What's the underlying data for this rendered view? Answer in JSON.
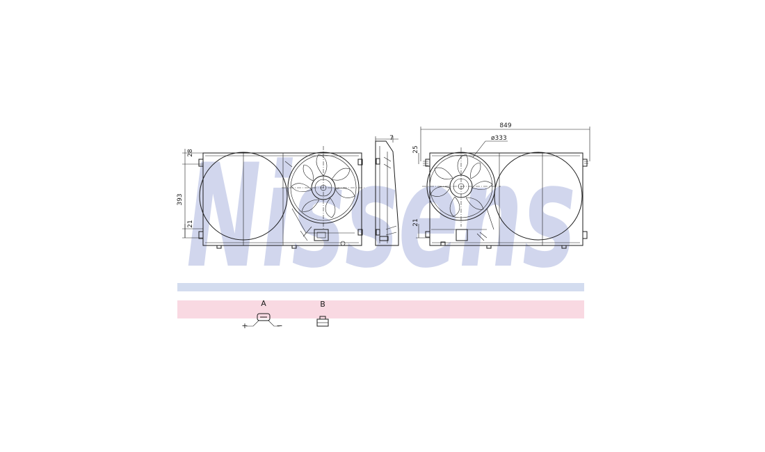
{
  "watermark": {
    "text": "Nissens",
    "color": "#c9d0ea"
  },
  "colors": {
    "line": "#1a1a1a",
    "band_blue": "#d3dcef",
    "band_pink": "#f9d9e2"
  },
  "dimensions": {
    "top_offset": "28",
    "height": "393",
    "bottom_offset_left": "21",
    "depth": "7",
    "width": "849",
    "fan_diameter": "ø333",
    "top_offset_right": "25",
    "bottom_offset_right": "21"
  },
  "connectors": {
    "a_label": "A",
    "b_label": "B",
    "plus_sign": "+",
    "minus_sign": "−"
  }
}
